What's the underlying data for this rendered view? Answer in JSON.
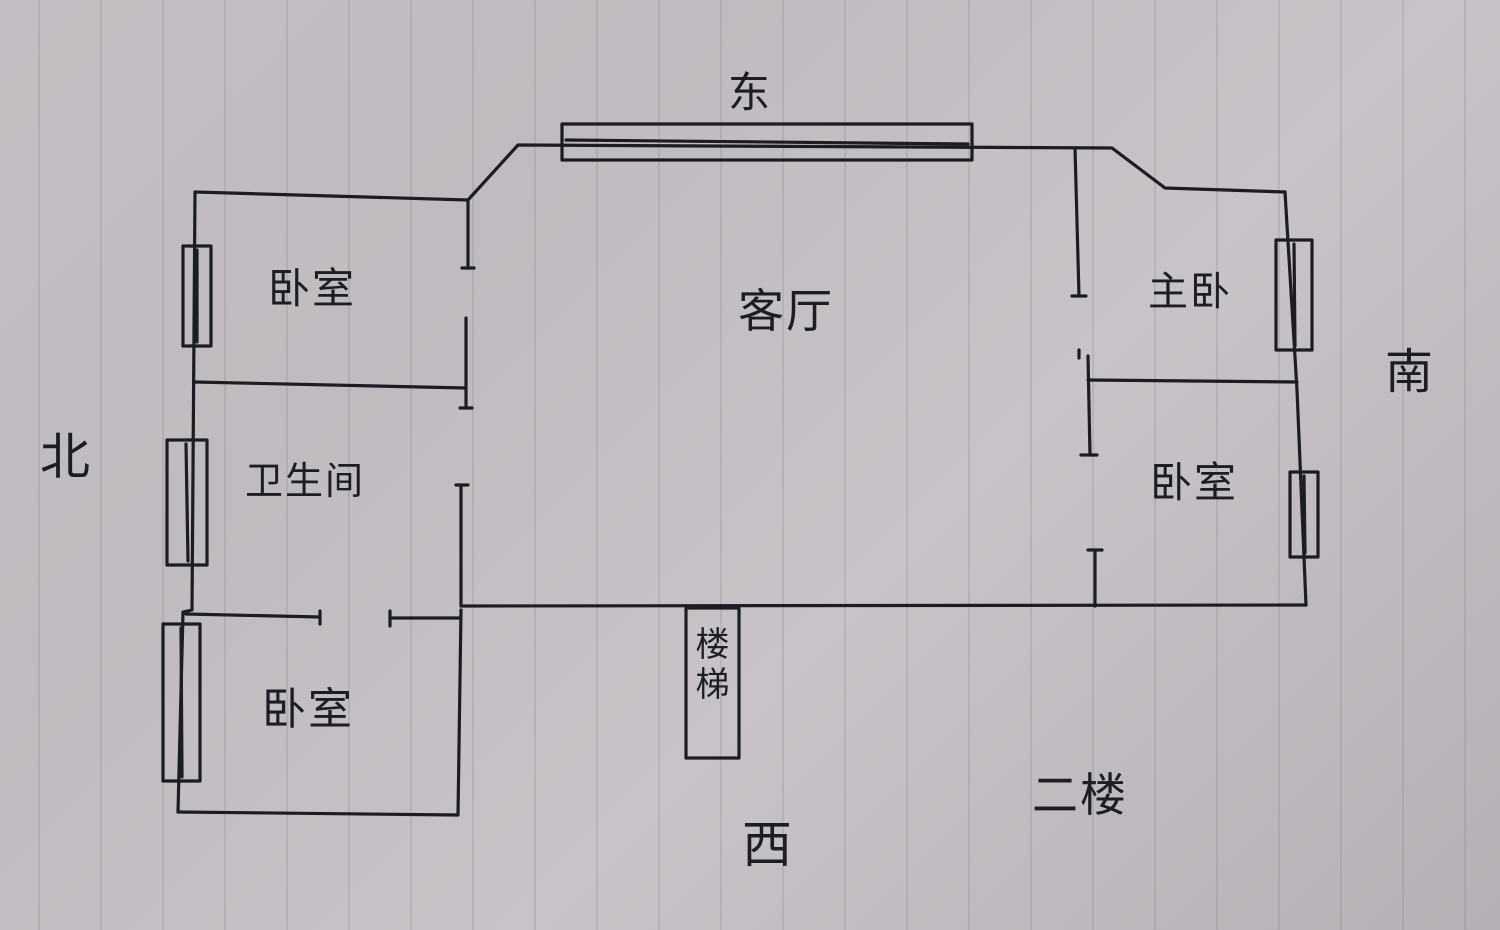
{
  "labels": {
    "east": "东",
    "west": "西",
    "south": "南",
    "north": "北",
    "living_room": "客厅",
    "master_bedroom": "主卧",
    "bedroom_nw": "卧室",
    "bedroom_sw": "卧室",
    "bedroom_se": "卧室",
    "bathroom": "卫生间",
    "stairs": "楼梯",
    "floor": "二楼"
  }
}
